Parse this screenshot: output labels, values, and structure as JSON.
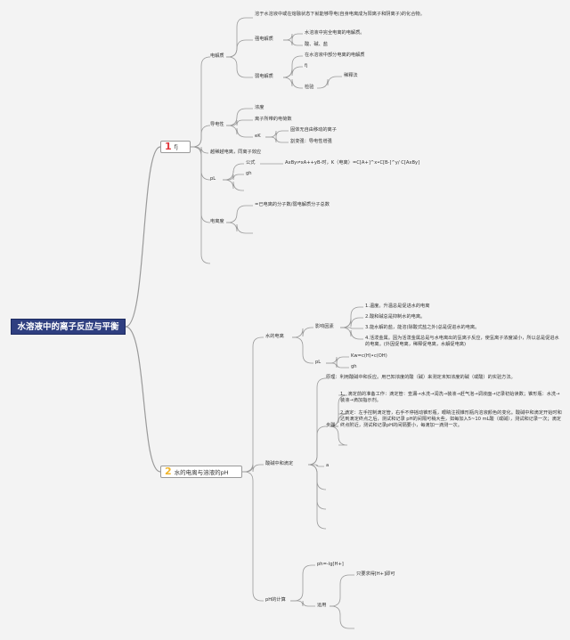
{
  "root": "水溶液中的离子反应与平衡",
  "branch1": {
    "num": "1",
    "num_color": "#e0393e",
    "label": "fj",
    "electrolyte": {
      "label": "电解质",
      "def": "溶于水溶液中或在熔融状态下就能够导电(自身电离成为阳离子和阴离子)的化合物。",
      "strong": {
        "label": "强电解质",
        "desc": "水溶液中完全电离的电解质。",
        "examples": "酸、碱、盐"
      },
      "weak": {
        "label": "弱电解质",
        "desc": "在水溶液中部分电离的电解质",
        "fj": "fj",
        "test_label": "检验",
        "test_method": "稀释法"
      }
    },
    "conductivity": {
      "label": "导电性",
      "concentration": "浓度",
      "charge": "离子所带的电荷数",
      "ek": "eK",
      "ek_items": [
        "固体无自由移动的离子",
        "割变强：导电性增强"
      ]
    },
    "weaker": "越稀越电离，同离子效应",
    "pl": {
      "label": "pL",
      "formula_label": "公式",
      "formula": "AxBy⇌xA++yB-时，K（电离）=C[A+]^x•C[B-]^y/ C[AxBy]",
      "gh": "gh"
    },
    "ionization_degree": {
      "label": "电离度",
      "desc": "=已电离的分子数/弱电解质分子总数"
    }
  },
  "branch2": {
    "num": "2",
    "num_color": "#f0b429",
    "label": "水的电离与溶液的pH",
    "water": {
      "label": "水的电离",
      "factors_label": "影响因素",
      "factors": [
        "1.温度。升温总是促进水的电离",
        "2.酸和碱总是抑制水的电离。",
        "3.能水解的盐，能溶(除酸式盐之外)总是促进水的电离。",
        "4.活泼金属。因为活泼金属总是与水电离出的氢离子反应，使氢离子浓度减小，所以总是促进水的电离。(外因促电离，稀释促电离，水解促电离)"
      ],
      "pl_label": "pL",
      "kw": "Kw=c(H)•c(OH)",
      "gh": "gh"
    },
    "titration": {
      "label": "酸碱中和滴定",
      "principle": "原理：利用酸碱中和反应。用已知浓度的酸（碱）来测定未知浓度的碱（或酸）的实验方法。",
      "steps_label": "步骤",
      "steps": [
        "1、滴定前的准备工作：滴定管：查漏→水洗→润洗→装液→赶气泡→调液面→记录初始读数；锥形瓶：水洗→装液→滴加指示剂。",
        "2.滴定：左手控制滴定管，右手不停摇动锥形瓶，眼睛注视锥形瓶内溶液颜色的变化。酸碱中和滴定开始时和达到滴定终点之后，测试和记录 pH的间隔可稍大些，如每加入5~10 mL酸（或碱），测试和记录一次；滴定终点附近，测试和记录pH的间隔要小，每滴加一滴测一次。"
      ],
      "a": "a"
    },
    "ph_calc": {
      "label": "pH的计算",
      "formula": "ph=-lg[H+]",
      "application_label": "运用",
      "application": "只要求得[H+]即可"
    }
  },
  "colors": {
    "line": "#9a9a9a",
    "root_bg": "#2f3f80",
    "background": "#f3f3f3"
  }
}
